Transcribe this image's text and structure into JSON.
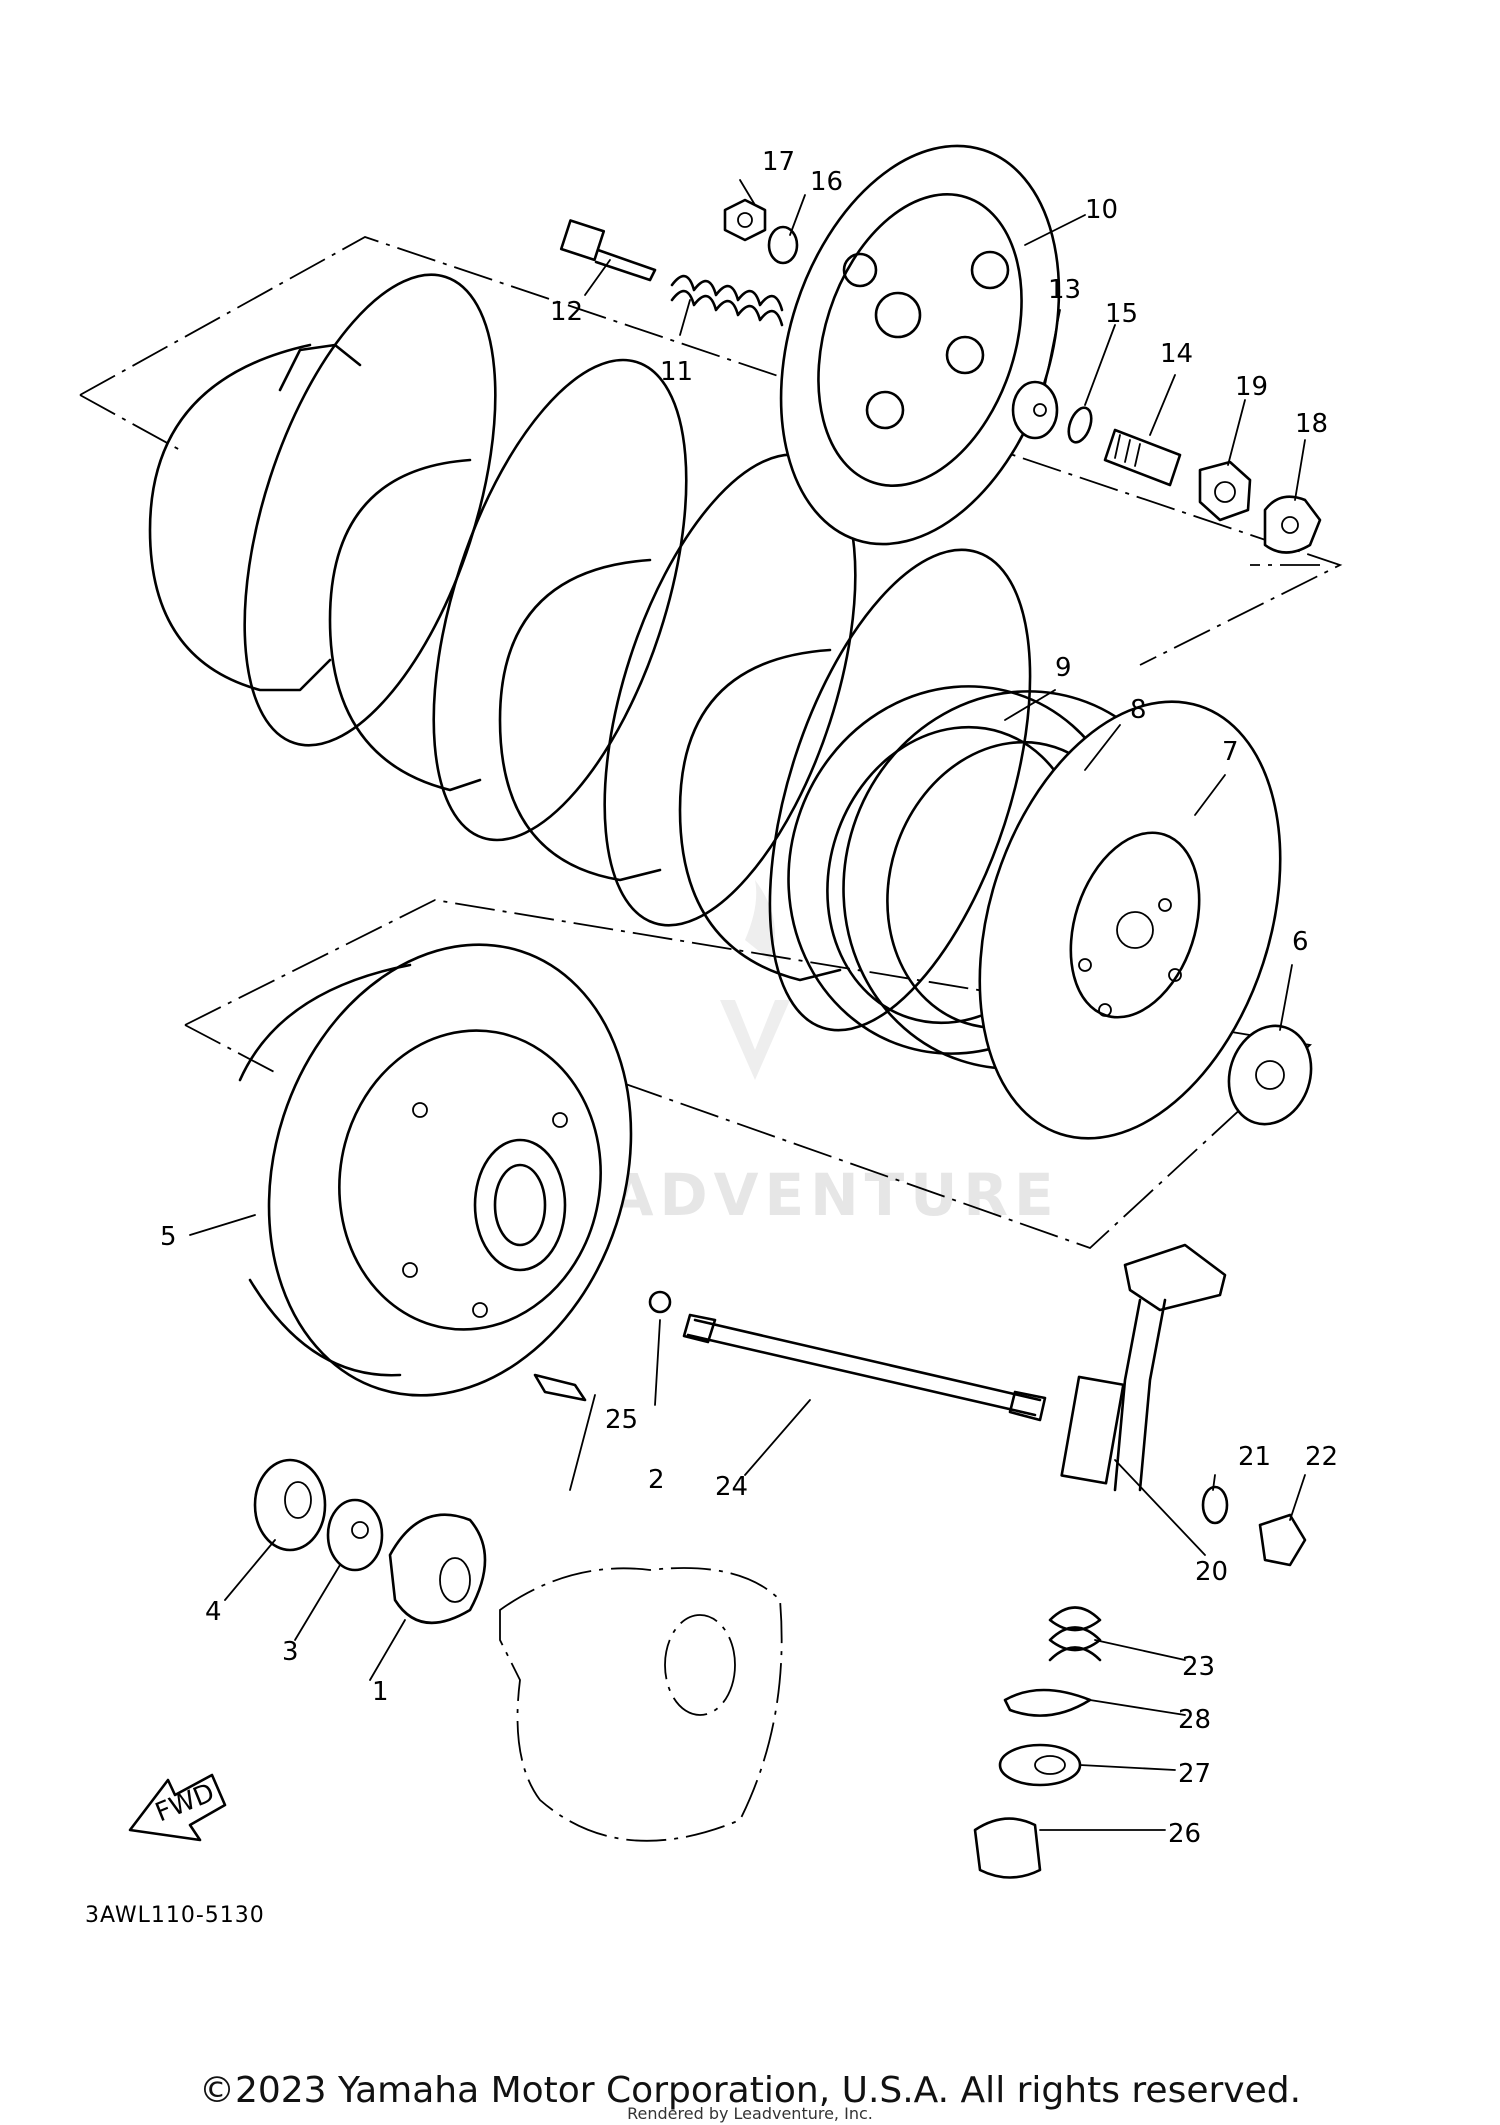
{
  "diagram": {
    "callouts": [
      "1",
      "2",
      "3",
      "4",
      "5",
      "6",
      "7",
      "8",
      "9",
      "10",
      "11",
      "12",
      "13",
      "14",
      "15",
      "16",
      "17",
      "18",
      "19",
      "20",
      "21",
      "22",
      "23",
      "24",
      "25",
      "26",
      "27",
      "28"
    ],
    "fwd_label": "FWD",
    "drawing_code": "3AWL110-5130",
    "watermark": "LEADVENTURE"
  },
  "footer": {
    "copyright": "©2023 Yamaha Motor Corporation, U.S.A. All rights reserved.",
    "rendered_by": "Rendered by Leadventure, Inc."
  }
}
